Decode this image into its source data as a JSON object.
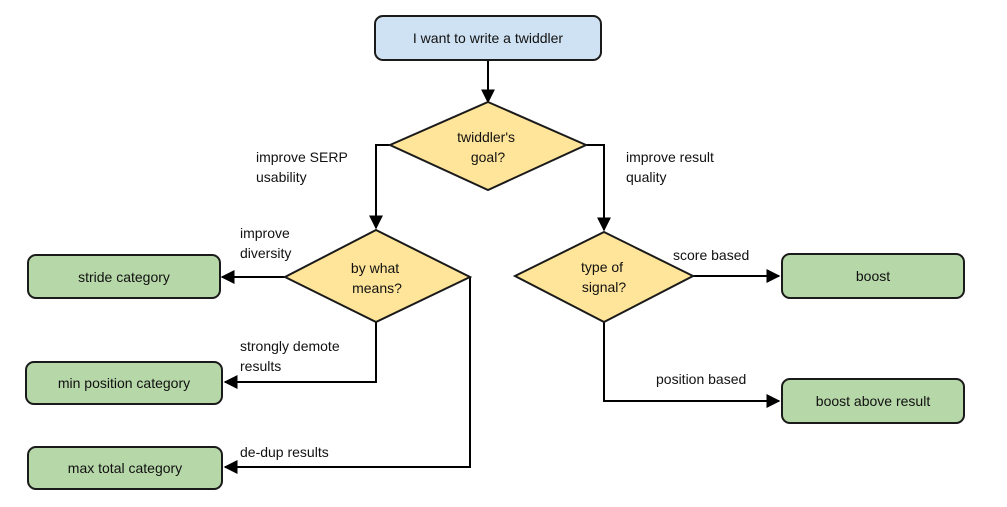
{
  "colors": {
    "start_fill": "#cfe2f3",
    "decision_fill": "#ffe599",
    "outcome_fill": "#b6d7a8",
    "stroke": "#1a1a1a",
    "line": "#000000"
  },
  "nodes": {
    "start": "I want to write a twiddler",
    "goal": [
      "twiddler's",
      "goal?"
    ],
    "means": [
      "by what",
      "means?"
    ],
    "signal": [
      "type of",
      "signal?"
    ],
    "stride": "stride category",
    "min_position": "min position category",
    "max_total": "max total category",
    "boost": "boost",
    "boost_above": "boost above result"
  },
  "edges": {
    "serp": [
      "improve SERP",
      "usability"
    ],
    "quality": [
      "improve result",
      "quality"
    ],
    "diversity": [
      "improve",
      "diversity"
    ],
    "demote": [
      "strongly demote",
      "results"
    ],
    "dedup": "de-dup results",
    "score": "score based",
    "position": "position based"
  }
}
